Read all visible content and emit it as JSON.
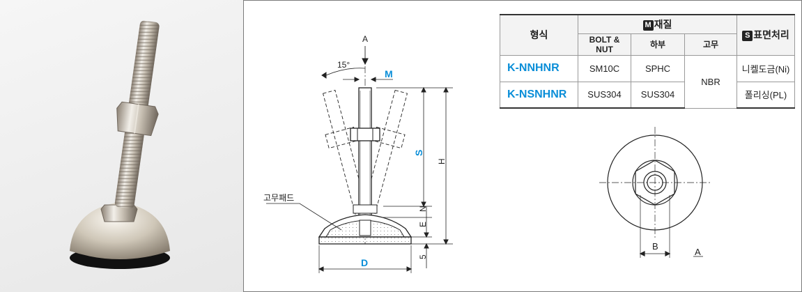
{
  "drawing": {
    "label_a": "A",
    "angle": "15°",
    "dim_m": "M",
    "dim_s": "S",
    "dim_h": "H",
    "dim_n": "N",
    "dim_e": "E",
    "dim_5": "5",
    "dim_d": "D",
    "rubber_pad": "고무패드"
  },
  "table": {
    "col_type": "형식",
    "material_badge": "M",
    "material": "재질",
    "col_bolt": "BOLT & NUT",
    "col_base": "하부",
    "col_rubber": "고무",
    "surface_badge": "S",
    "surface": "표면처리",
    "rows": [
      {
        "model": "K-NNHNR",
        "bolt": "SM10C",
        "base": "SPHC",
        "surface": "니켈도금(Ni)"
      },
      {
        "model": "K-NSNHNR",
        "bolt": "SUS304",
        "base": "SUS304",
        "surface": "폴리싱(PL)"
      }
    ],
    "rubber_value": "NBR"
  },
  "topview": {
    "dim_b": "B",
    "view_a": "A"
  },
  "colors": {
    "accent": "#0a8ed8",
    "line": "#222222",
    "border": "#7a7a7a"
  }
}
